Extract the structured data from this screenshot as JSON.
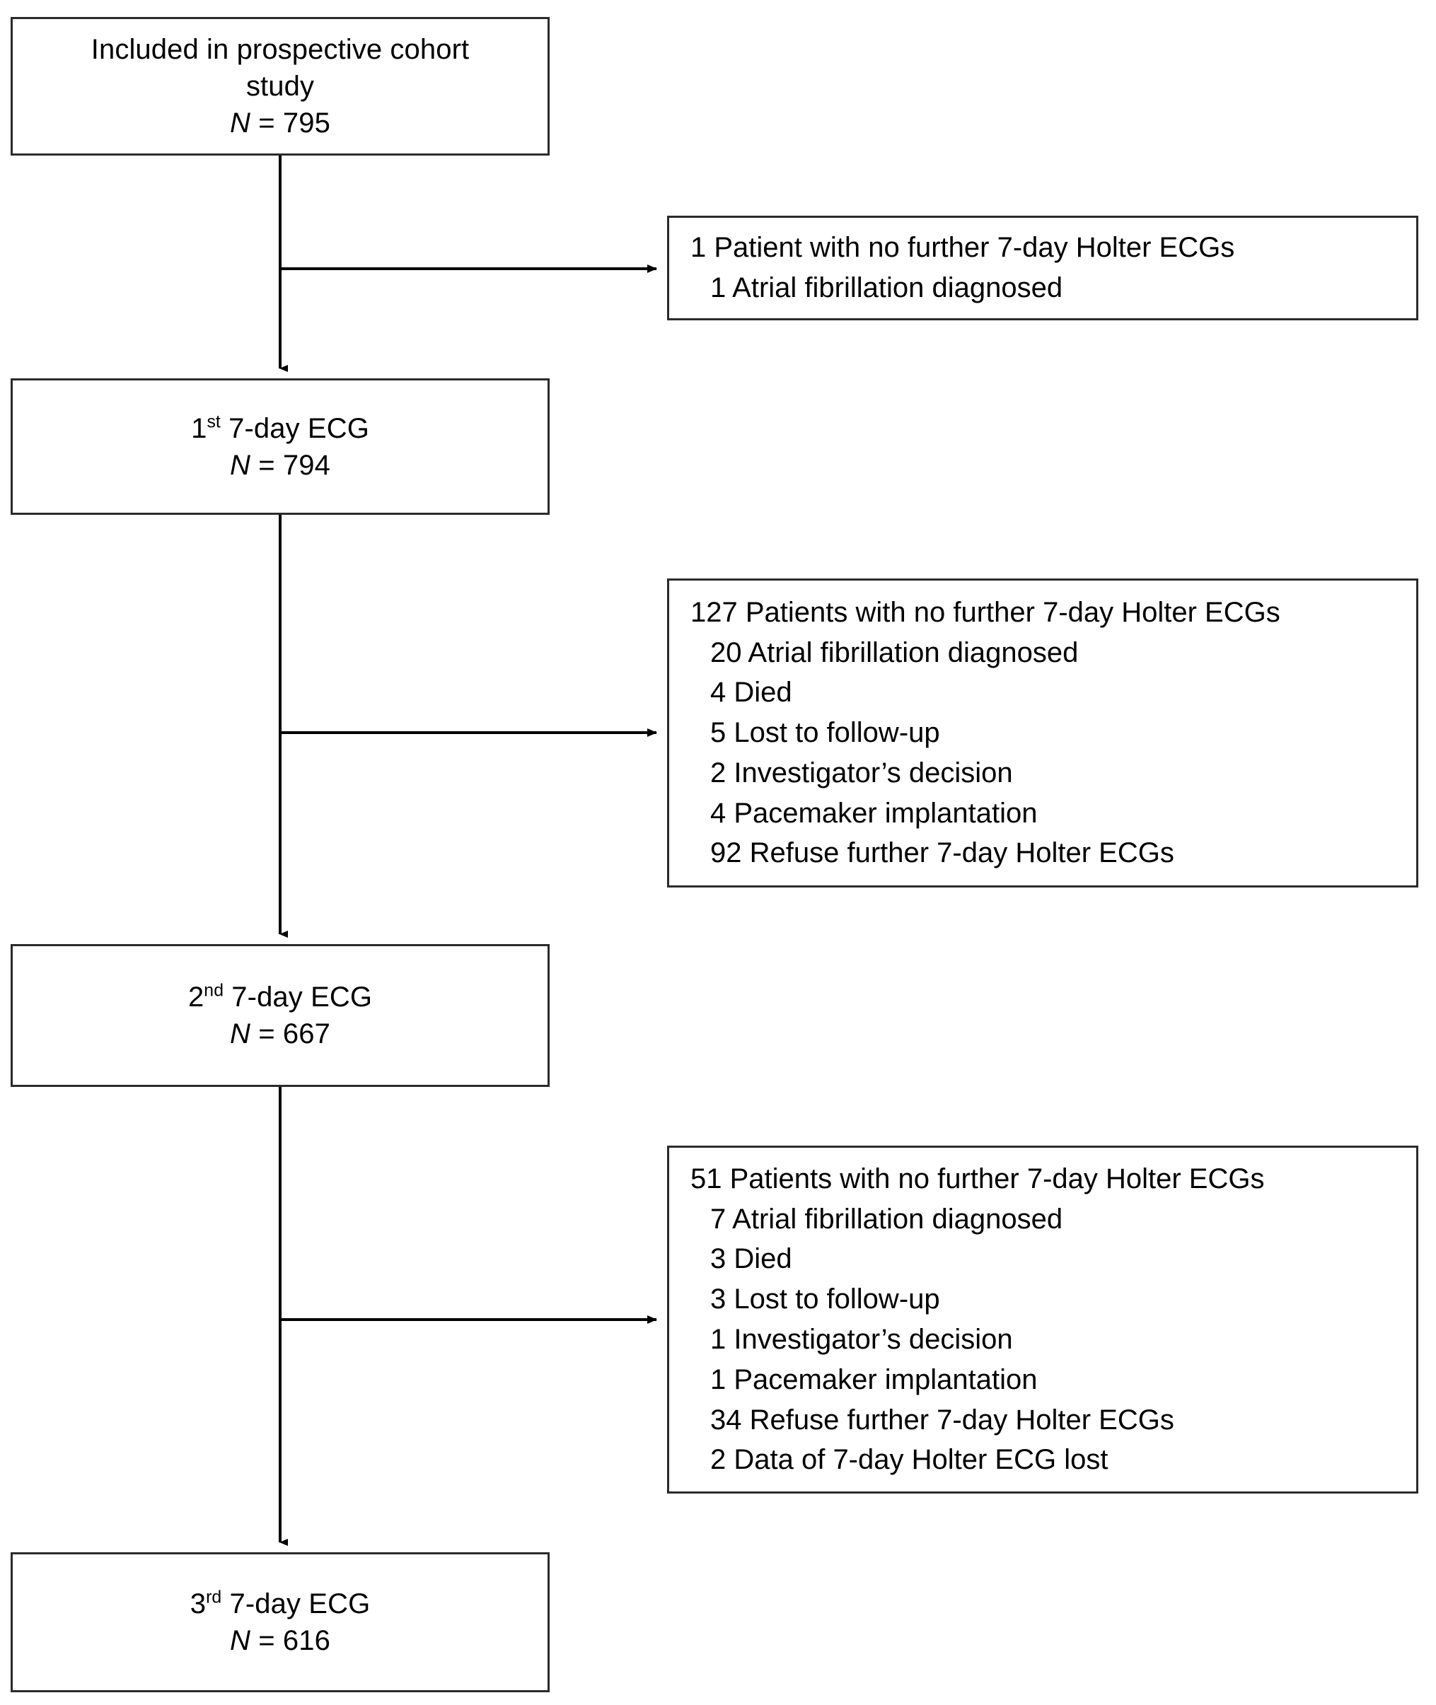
{
  "figure": {
    "type": "flowchart",
    "orientation": "top-to-bottom",
    "description": "Patient flow diagram for serial 7-day Holter ECG screening in a prospective cohort study"
  },
  "colors": {
    "background": "#ffffff",
    "box_border": "#2b2b2b",
    "text": "#000000",
    "connector": "#000000"
  },
  "nodes": {
    "cohort": {
      "line1": "Included in prospective cohort",
      "line2": "study",
      "n_prefix": "N",
      "n_eq": " = ",
      "n_value": "795",
      "n_label": "N = 795"
    },
    "ecg1": {
      "ordinal_num": "1",
      "ordinal_suffix": "st",
      "label_rest": " 7-day ECG",
      "label_full": "1st 7-day ECG",
      "n_prefix": "N",
      "n_eq": " = ",
      "n_value": "794",
      "n_label": "N = 794"
    },
    "ecg2": {
      "ordinal_num": "2",
      "ordinal_suffix": "nd",
      "label_rest": " 7-day ECG",
      "label_full": "2nd 7-day ECG",
      "n_prefix": "N",
      "n_eq": " = ",
      "n_value": "667",
      "n_label": "N = 667"
    },
    "ecg3": {
      "ordinal_num": "3",
      "ordinal_suffix": "rd",
      "label_rest": " 7-day ECG",
      "label_full": "3rd 7-day ECG",
      "n_prefix": "N",
      "n_eq": " = ",
      "n_value": "616",
      "n_label": "N = 616"
    }
  },
  "exclusions": [
    {
      "id": "exclusion-1",
      "heading": "1 Patient with no further 7-day Holter ECGs",
      "heading_count": 1,
      "items": [
        {
          "count": 1,
          "text": "1 Atrial fibrillation diagnosed"
        }
      ]
    },
    {
      "id": "exclusion-2",
      "heading": "127 Patients with no further 7-day Holter ECGs",
      "heading_count": 127,
      "items": [
        {
          "count": 20,
          "text": "20 Atrial fibrillation diagnosed"
        },
        {
          "count": 4,
          "text": "4 Died"
        },
        {
          "count": 5,
          "text": "5 Lost to follow-up"
        },
        {
          "count": 2,
          "text": "2 Investigator’s decision"
        },
        {
          "count": 4,
          "text": "4 Pacemaker implantation"
        },
        {
          "count": 92,
          "text": "92 Refuse further 7-day Holter ECGs"
        }
      ]
    },
    {
      "id": "exclusion-3",
      "heading": "51 Patients with no further 7-day Holter ECGs",
      "heading_count": 51,
      "items": [
        {
          "count": 7,
          "text": "7 Atrial fibrillation diagnosed"
        },
        {
          "count": 3,
          "text": "3 Died"
        },
        {
          "count": 3,
          "text": "3 Lost to follow-up"
        },
        {
          "count": 1,
          "text": "1 Investigator’s decision"
        },
        {
          "count": 1,
          "text": "1 Pacemaker implantation"
        },
        {
          "count": 34,
          "text": "34 Refuse further 7-day Holter ECGs"
        },
        {
          "count": 2,
          "text": "2 Data of 7-day Holter ECG lost"
        }
      ]
    }
  ]
}
